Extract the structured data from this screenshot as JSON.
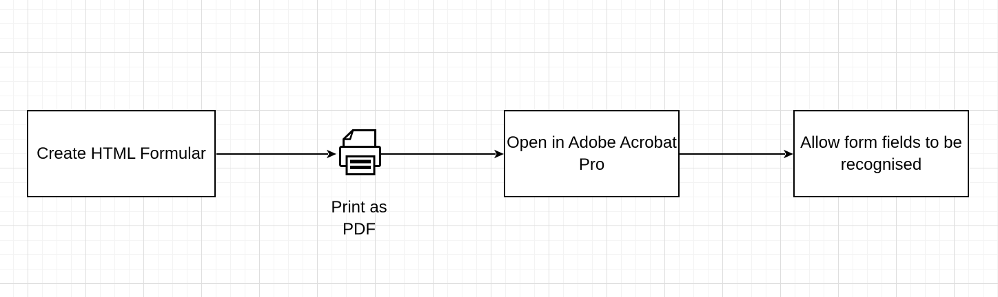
{
  "canvas": {
    "background_color": "#ffffff",
    "grid_minor_color": "#f3f3f3",
    "grid_major_color": "#dedede",
    "stroke_color": "#000000",
    "text_color": "#000000"
  },
  "diagram": {
    "type": "flowchart",
    "nodes": [
      {
        "id": "create-html-formular",
        "shape": "rectangle",
        "label": "Create HTML Formular"
      },
      {
        "id": "print-as-pdf",
        "shape": "printer-icon",
        "label": "Print as PDF"
      },
      {
        "id": "open-in-adobe-acrobat-pro",
        "shape": "rectangle",
        "label": "Open in Adobe Acrobat Pro"
      },
      {
        "id": "allow-form-fields",
        "shape": "rectangle",
        "label": "Allow form fields to be recognised"
      }
    ],
    "edges": [
      {
        "from": "create-html-formular",
        "to": "print-as-pdf",
        "style": "solid-arrow"
      },
      {
        "from": "print-as-pdf",
        "to": "open-in-adobe-acrobat-pro",
        "style": "solid-arrow"
      },
      {
        "from": "open-in-adobe-acrobat-pro",
        "to": "allow-form-fields",
        "style": "solid-arrow"
      }
    ]
  }
}
